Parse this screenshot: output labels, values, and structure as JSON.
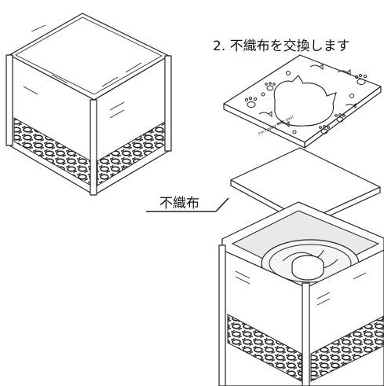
{
  "step_text": "2. 不織布を交換します",
  "filter_label": "不織布",
  "lid_engraving": "I'm happy with you!",
  "icons": {
    "paw": "paw-print-icon",
    "cat": "cat-face-icon",
    "fish": "fish-icon"
  }
}
